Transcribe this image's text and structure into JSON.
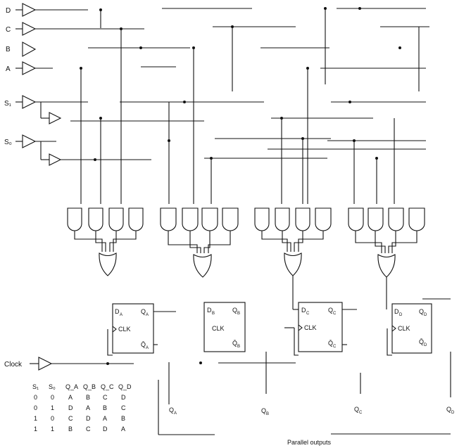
{
  "inputs": [
    "D",
    "C",
    "B",
    "A",
    "S₁",
    "S₀"
  ],
  "flipflops": [
    {
      "d": "D",
      "sub": "A",
      "clk": "CLK",
      "q": "Q",
      "qsub": "A",
      "qbar": "Q̄",
      "qbarsub": "A"
    },
    {
      "d": "D",
      "sub": "B",
      "clk": "CLK",
      "q": "Q",
      "qsub": "B",
      "qbar": "Q̄",
      "qbarsub": "B"
    },
    {
      "d": "D",
      "sub": "C",
      "clk": "CLK",
      "q": "Q",
      "qsub": "C",
      "qbar": "Q̄",
      "qbarsub": "C"
    },
    {
      "d": "D",
      "sub": "D",
      "clk": "CLK",
      "q": "Q",
      "qsub": "D",
      "qbar": "Q̄",
      "qbarsub": "D"
    }
  ],
  "clock_label": "Clock",
  "outputs": [
    {
      "q": "Q",
      "sub": "A"
    },
    {
      "q": "Q",
      "sub": "B"
    },
    {
      "q": "Q",
      "sub": "C"
    },
    {
      "q": "Q",
      "sub": "D"
    }
  ],
  "parallel_outputs_label": "Parallel outputs",
  "truth_table": {
    "headers": [
      "S₁",
      "S₀",
      "Q_A",
      "Q_B",
      "Q_C",
      "Q_D"
    ],
    "rows": [
      [
        "0",
        "0",
        "A",
        "B",
        "C",
        "D"
      ],
      [
        "0",
        "1",
        "D",
        "A",
        "B",
        "C"
      ],
      [
        "1",
        "0",
        "C",
        "D",
        "A",
        "B"
      ],
      [
        "1",
        "1",
        "B",
        "C",
        "D",
        "A"
      ]
    ]
  }
}
